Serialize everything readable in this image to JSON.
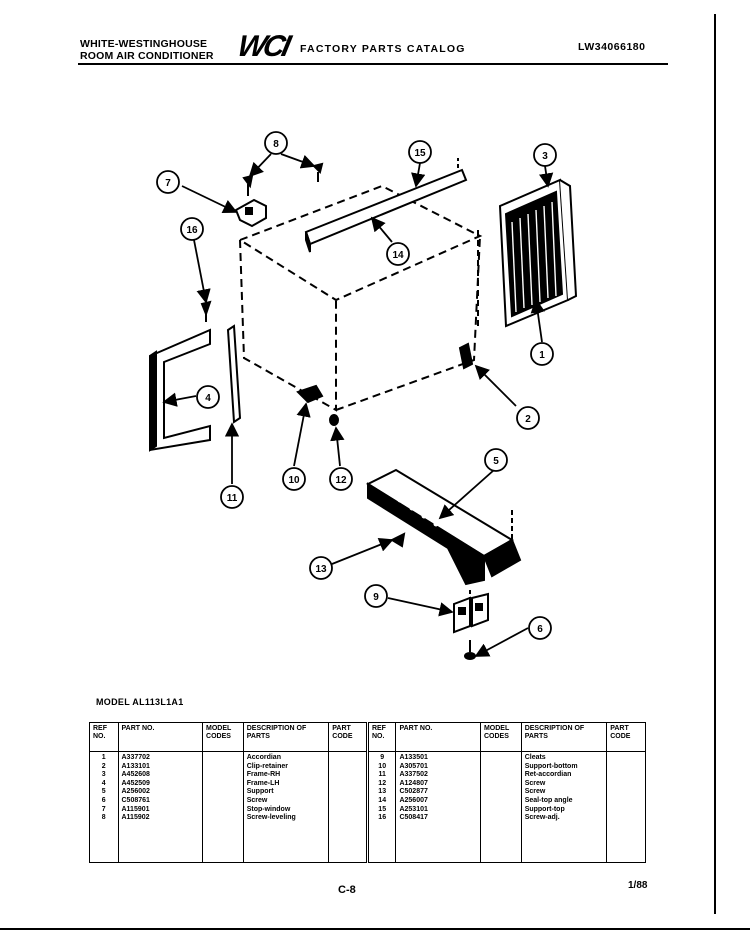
{
  "header": {
    "brand_line1": "WHITE-WESTINGHOUSE",
    "brand_line2": "ROOM AIR CONDITIONER",
    "logo_text": "WCI",
    "catalog_title": "FACTORY PARTS CATALOG",
    "catalog_code": "LW34066180"
  },
  "diagram": {
    "callouts": [
      "1",
      "2",
      "3",
      "4",
      "5",
      "6",
      "7",
      "8",
      "9",
      "10",
      "11",
      "12",
      "13",
      "14",
      "15",
      "16"
    ]
  },
  "model": {
    "label": "MODEL AL113L1A1"
  },
  "table": {
    "headers": [
      "REF NO.",
      "PART NO.",
      "MODEL CODES",
      "DESCRIPTION OF PARTS",
      "PART CODE"
    ],
    "left": {
      "ref": [
        "1",
        "2",
        "3",
        "4",
        "5",
        "6",
        "7",
        "8"
      ],
      "part": [
        "A337702",
        "A133101",
        "A452608",
        "A452509",
        "A256002",
        "C508761",
        "A115901",
        "A115902"
      ],
      "desc": [
        "Accordian",
        "Clip-retainer",
        "Frame-RH",
        "Frame-LH",
        "Support",
        "Screw",
        "Stop-window",
        "Screw-leveling"
      ]
    },
    "right": {
      "ref": [
        "9",
        "10",
        "11",
        "12",
        "13",
        "14",
        "15",
        "16"
      ],
      "part": [
        "A133501",
        "A305701",
        "A337502",
        "A124807",
        "C502877",
        "A256007",
        "A253101",
        "C508417"
      ],
      "desc": [
        "Cleats",
        "Support-bottom",
        "Ret-accordian",
        "Screw",
        "Screw",
        "Seal-top angle",
        "Support-top",
        "Screw-adj."
      ]
    }
  },
  "footer": {
    "page": "C-8",
    "date": "1/88"
  }
}
